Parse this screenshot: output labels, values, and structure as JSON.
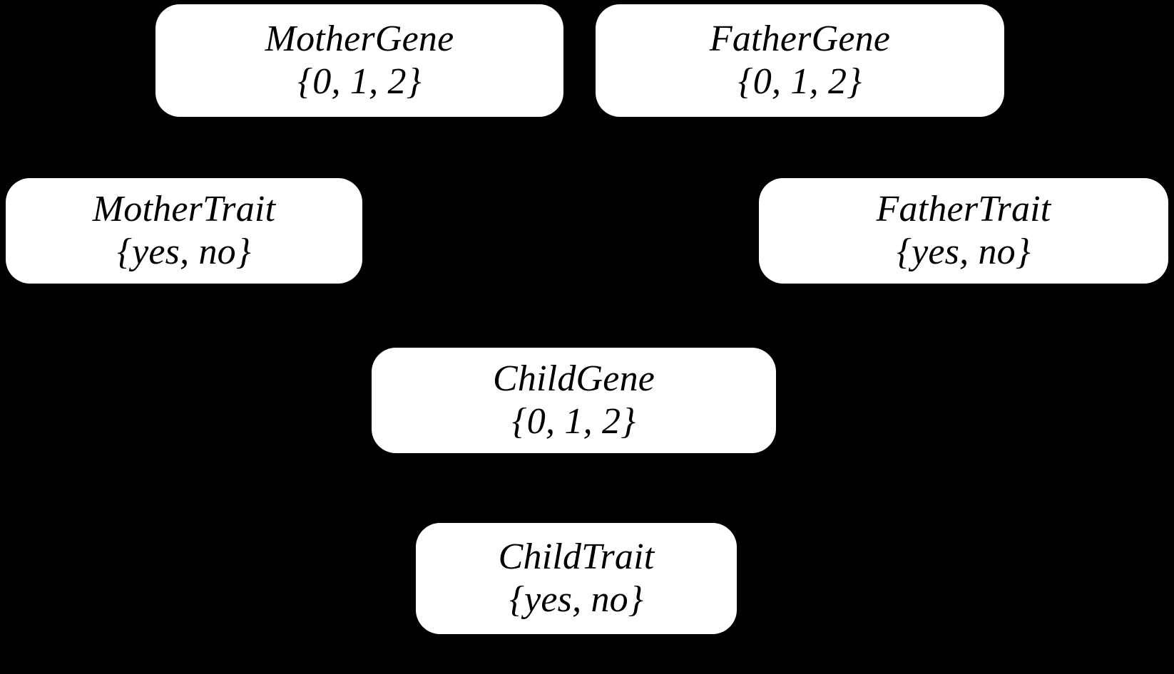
{
  "diagram": {
    "kind": "bayesian-network",
    "background_color": "#000000",
    "node_fill_color": "#ffffff",
    "node_text_color": "#000000",
    "nodes": [
      {
        "id": "mother-gene",
        "title": "MotherGene",
        "domain": "{0, 1, 2}"
      },
      {
        "id": "father-gene",
        "title": "FatherGene",
        "domain": "{0, 1, 2}"
      },
      {
        "id": "mother-trait",
        "title": "MotherTrait",
        "domain": "{yes, no}"
      },
      {
        "id": "father-trait",
        "title": "FatherTrait",
        "domain": "{yes, no}"
      },
      {
        "id": "child-gene",
        "title": "ChildGene",
        "domain": "{0, 1, 2}"
      },
      {
        "id": "child-trait",
        "title": "ChildTrait",
        "domain": "{yes, no}"
      }
    ]
  }
}
